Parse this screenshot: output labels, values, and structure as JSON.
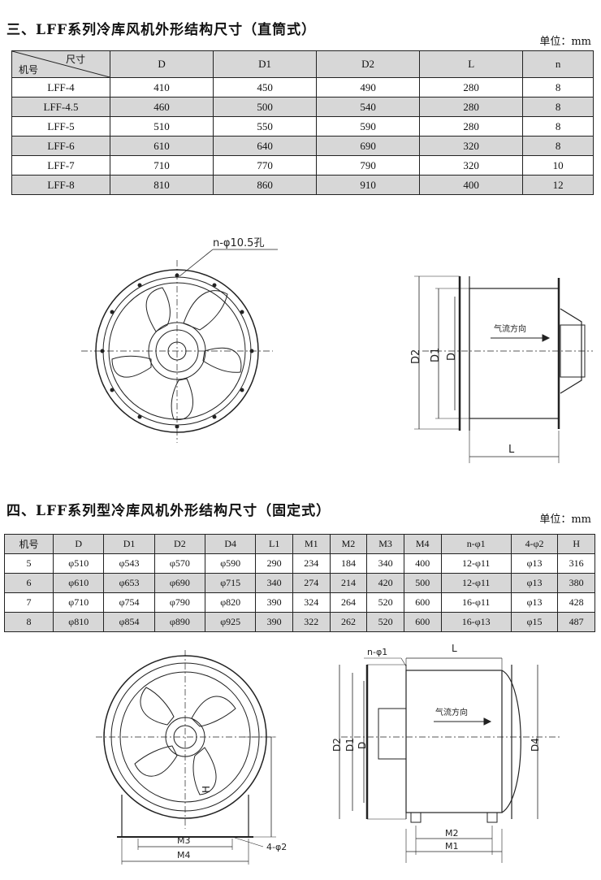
{
  "section3": {
    "title": "三、LFF系列冷库风机外形结构尺寸（直筒式）",
    "unit": "单位：mm",
    "corner_top": "尺寸",
    "corner_bottom": "机号",
    "headers": [
      "D",
      "D1",
      "D2",
      "L",
      "n"
    ],
    "rows": [
      [
        "LFF-4",
        "410",
        "450",
        "490",
        "280",
        "8"
      ],
      [
        "LFF-4.5",
        "460",
        "500",
        "540",
        "280",
        "8"
      ],
      [
        "LFF-5",
        "510",
        "550",
        "590",
        "280",
        "8"
      ],
      [
        "LFF-6",
        "610",
        "640",
        "690",
        "320",
        "8"
      ],
      [
        "LFF-7",
        "710",
        "770",
        "790",
        "320",
        "10"
      ],
      [
        "LFF-8",
        "810",
        "860",
        "910",
        "400",
        "12"
      ]
    ],
    "drawing": {
      "hole_label": "n-φ10.5孔",
      "airflow": "气流方向",
      "dim_d2": "D2",
      "dim_d1": "D1",
      "dim_d": "D",
      "dim_l": "L"
    }
  },
  "section4": {
    "title": "四、LFF系列型冷库风机外形结构尺寸（固定式）",
    "unit": "单位：mm",
    "headers": [
      "机号",
      "D",
      "D1",
      "D2",
      "D4",
      "L1",
      "M1",
      "M2",
      "M3",
      "M4",
      "n-φ1",
      "4-φ2",
      "H"
    ],
    "rows": [
      [
        "5",
        "φ510",
        "φ543",
        "φ570",
        "φ590",
        "290",
        "234",
        "184",
        "340",
        "400",
        "12-φ11",
        "φ13",
        "316"
      ],
      [
        "6",
        "φ610",
        "φ653",
        "φ690",
        "φ715",
        "340",
        "274",
        "214",
        "420",
        "500",
        "12-φ11",
        "φ13",
        "380"
      ],
      [
        "7",
        "φ710",
        "φ754",
        "φ790",
        "φ820",
        "390",
        "324",
        "264",
        "520",
        "600",
        "16-φ11",
        "φ13",
        "428"
      ],
      [
        "8",
        "φ810",
        "φ854",
        "φ890",
        "φ925",
        "390",
        "322",
        "262",
        "520",
        "600",
        "16-φ13",
        "φ15",
        "487"
      ]
    ],
    "drawing": {
      "hole_label": "n-φ1",
      "foot_label": "4-φ2",
      "airflow": "气流方向",
      "dim_l": "L",
      "dim_d2": "D2",
      "dim_d1": "D1",
      "dim_d": "D",
      "dim_d4": "D4",
      "dim_h": "H",
      "dim_m3": "M3",
      "dim_m4": "M4",
      "dim_m2": "M2",
      "dim_m1": "M1"
    }
  }
}
